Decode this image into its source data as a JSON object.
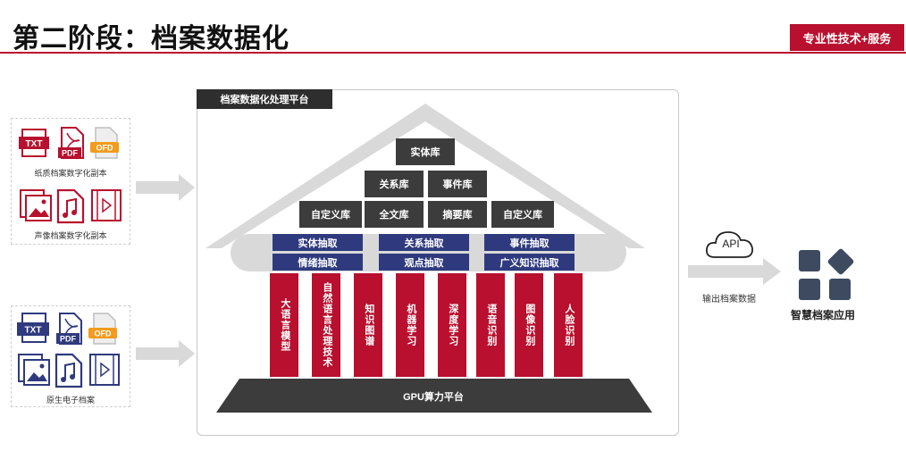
{
  "header": {
    "title": "第二阶段：档案数据化",
    "badge": "专业性技术+服务"
  },
  "colors": {
    "brand_red": "#b8102e",
    "navy": "#2f3a7e",
    "dark_gray": "#3c3c3c",
    "app_tile": "#3d4a5f"
  },
  "sources": [
    {
      "label": "纸质档案数字化副本",
      "icons": [
        "txt-file-icon",
        "pdf-file-icon",
        "ofd-file-icon"
      ]
    },
    {
      "label": "声像档案数字化副本",
      "icons": [
        "image-file-icon",
        "music-file-icon",
        "video-file-icon"
      ]
    },
    {
      "label": "原生电子档案",
      "icons": [
        "txt-file-icon",
        "pdf-file-icon",
        "ofd-file-icon",
        "image-file-icon",
        "music-file-icon",
        "video-file-icon"
      ]
    }
  ],
  "icon_text": {
    "txt": "TXT",
    "pdf": "PDF",
    "ofd": "OFD"
  },
  "platform": {
    "title": "档案数据化处理平台",
    "libraries": {
      "top": "实体库",
      "row2": [
        "关系库",
        "事件库"
      ],
      "row3": [
        "自定义库",
        "全文库",
        "摘要库",
        "自定义库"
      ]
    },
    "extraction": {
      "row1": [
        "实体抽取",
        "关系抽取",
        "事件抽取"
      ],
      "row2": [
        "情绪抽取",
        "观点抽取",
        "广义知识抽取"
      ]
    },
    "pillars": [
      "大语言模型",
      "自然语言处理技术",
      "知识图谱",
      "机器学习",
      "深度学习",
      "语音识别",
      "图像识别",
      "人脸识别"
    ],
    "base": "GPU算力平台"
  },
  "output": {
    "api": "API",
    "label": "输出档案数据",
    "app": "智慧档案应用"
  }
}
